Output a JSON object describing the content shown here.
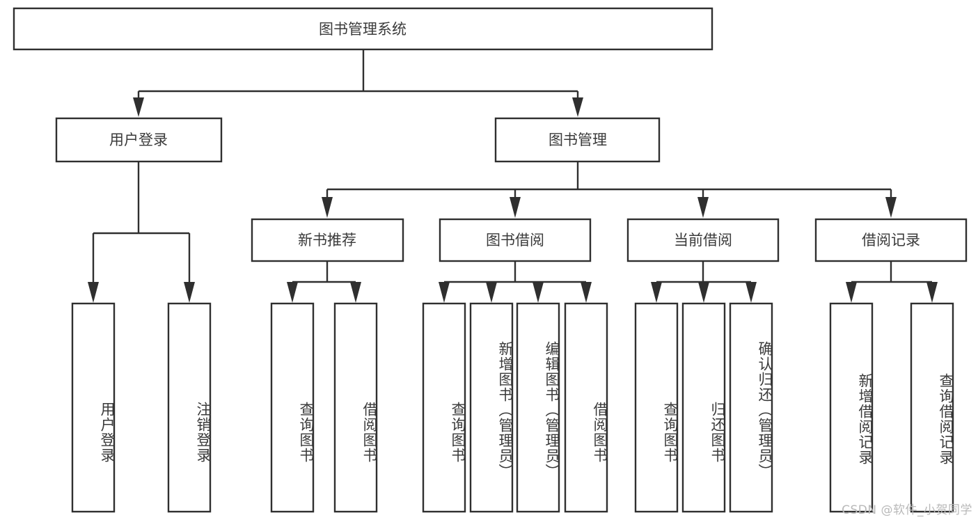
{
  "diagram": {
    "type": "tree-hierarchy-chart",
    "title": "图书管理系统",
    "root": {
      "id": "root",
      "label": "图书管理系统"
    },
    "level2": [
      {
        "id": "user-login",
        "label": "用户登录"
      },
      {
        "id": "book-manage",
        "label": "图书管理"
      }
    ],
    "level3": [
      {
        "id": "new-book-recommend",
        "label": "新书推荐"
      },
      {
        "id": "book-borrow",
        "label": "图书借阅"
      },
      {
        "id": "current-borrow",
        "label": "当前借阅"
      },
      {
        "id": "borrow-record",
        "label": "借阅记录"
      }
    ],
    "leaves": {
      "user-login": [
        {
          "id": "leaf-user-login",
          "label": "用户登录"
        },
        {
          "id": "leaf-logout-login",
          "label": "注销登录"
        }
      ],
      "new-book-recommend": [
        {
          "id": "leaf-query-book-1",
          "label": "查询图书"
        },
        {
          "id": "leaf-borrow-book-1",
          "label": "借阅图书"
        }
      ],
      "book-borrow": [
        {
          "id": "leaf-query-book-2",
          "label": "查询图书"
        },
        {
          "id": "leaf-add-book-admin",
          "label": "新增图书（管理员）"
        },
        {
          "id": "leaf-edit-book-admin",
          "label": "编辑图书（管理员）"
        },
        {
          "id": "leaf-borrow-book-2",
          "label": "借阅图书"
        }
      ],
      "current-borrow": [
        {
          "id": "leaf-query-book-3",
          "label": "查询图书"
        },
        {
          "id": "leaf-return-book",
          "label": "归还图书"
        },
        {
          "id": "leaf-confirm-return-admin",
          "label": "确认归还（管理员）"
        }
      ],
      "borrow-record": [
        {
          "id": "leaf-add-borrow-record",
          "label": "新增借阅记录"
        },
        {
          "id": "leaf-query-borrow-record",
          "label": "查询借阅记录"
        }
      ]
    },
    "colors": {
      "stroke": "#2f2f2f",
      "box_fill": "#ffffff",
      "text": "#3a3a3a",
      "background": "#ffffff",
      "watermark": "#b9b9b9"
    }
  },
  "watermark": {
    "text": "CSDN @软件_小贺同学"
  }
}
